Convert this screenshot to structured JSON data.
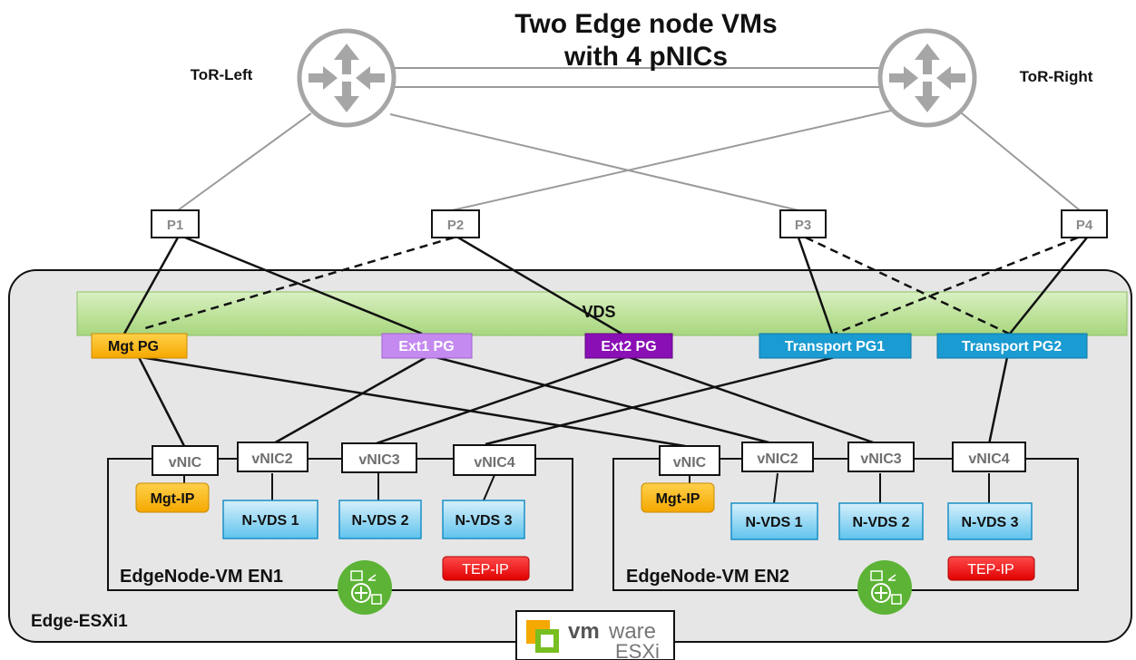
{
  "title": {
    "line1": "Two Edge node VMs",
    "line2": "with 4 pNICs"
  },
  "routers": {
    "left": "ToR-Left",
    "right": "ToR-Right"
  },
  "ports": [
    "P1",
    "P2",
    "P3",
    "P4"
  ],
  "vds_label": "VDS",
  "port_groups": {
    "mgt": "Mgt PG",
    "ext1": "Ext1 PG",
    "ext2": "Ext2 PG",
    "transport1": "Transport PG1",
    "transport2": "Transport PG2"
  },
  "edge_vms": [
    {
      "name": "EdgeNode-VM EN1",
      "vnics": [
        "vNIC",
        "vNIC2",
        "vNIC3",
        "vNIC4"
      ],
      "mgt_ip": "Mgt-IP",
      "nvds": [
        "N-VDS 1",
        "N-VDS 2",
        "N-VDS 3"
      ],
      "tep_ip": "TEP-IP"
    },
    {
      "name": "EdgeNode-VM EN2",
      "vnics": [
        "vNIC",
        "vNIC2",
        "vNIC3",
        "vNIC4"
      ],
      "mgt_ip": "Mgt-IP",
      "nvds": [
        "N-VDS 1",
        "N-VDS 2",
        "N-VDS 3"
      ],
      "tep_ip": "TEP-IP"
    }
  ],
  "host_label": "Edge-ESXi1",
  "esxi_logo": {
    "vm": "vm",
    "ware": "ware",
    "esxi": "ESXi"
  },
  "colors": {
    "mgt": "#FFB800",
    "ext1": "#C48AF0",
    "ext2": "#8A0FB5",
    "transport": "#1A9BD1",
    "tep": "#EE1111",
    "vds": "#BEE39A",
    "host_bg": "#E6E6E6",
    "router": "#A6A6A6"
  }
}
